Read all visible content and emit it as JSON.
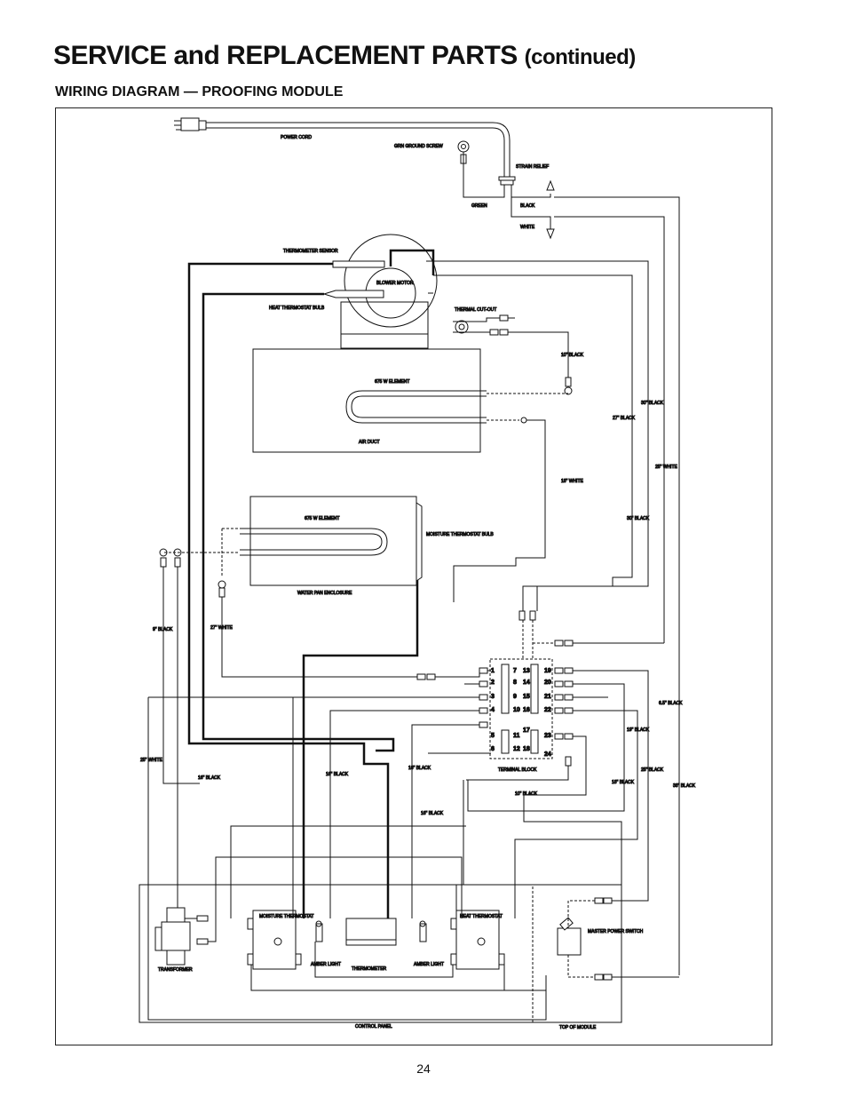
{
  "header": {
    "title_main": "SERVICE and REPLACEMENT PARTS",
    "title_suffix": "(continued)",
    "subtitle": "WIRING DIAGRAM — PROOFING MODULE"
  },
  "labels": {
    "power_cord": "POWER CORD",
    "ground_screw": "GRN GROUND SCREW",
    "strain_relief": "STRAIN RELIEF",
    "green": "GREEN",
    "black": "BLACK",
    "white": "WHITE",
    "thermometer_sensor": "THERMOMETER SENSOR",
    "blower_motor": "BLOWER MOTOR",
    "heat_thermostat_bulb": "HEAT THERMOSTAT BULB",
    "thermal_cutout": "THERMAL CUT-OUT",
    "element_top": "675 W ELEMENT",
    "air_duct": "AIR DUCT",
    "element_bottom": "675 W ELEMENT",
    "moisture_thermostat_bulb": "MOISTURE THERMOSTAT BULB",
    "water_pan_enclosure": "WATER PAN ENCLOSURE",
    "terminal_block": "TERMINAL BLOCK",
    "transformer": "TRANSFORMER",
    "moisture_thermostat": "MOISTURE THERMOSTAT",
    "amber_light": "AMBER LIGHT",
    "thermometer": "THERMOMETER",
    "heat_thermostat": "HEAT THERMOSTAT",
    "master_power_switch": "MASTER POWER SWITCH",
    "control_panel": "CONTROL PANEL",
    "top_of_module": "TOP OF MODULE"
  },
  "wire_labels": {
    "w10_black": "10\" BLACK",
    "w27_black": "27\" BLACK",
    "w30_black_a": "30\" BLACK",
    "w25_white_a": "25\" WHITE",
    "w18_white": "18\" WHITE",
    "w30_black_b": "30\" BLACK",
    "w9_black": "9\" BLACK",
    "w27_white": "27\" WHITE",
    "w25_white_b": "25\" WHITE",
    "w16_black_a": "16\" BLACK",
    "w16_black_b": "16\" BLACK",
    "w16_black_c": "16\" BLACK",
    "w16_black_d": "16\" BLACK",
    "w10_black_b": "10\" BLACK",
    "w19_black": "19\" BLACK",
    "w65_black": "6.5\" BLACK",
    "w25_black": "25\" BLACK",
    "w18_black": "18\" BLACK",
    "w38_black": "38\" BLACK"
  },
  "terminal_numbers": [
    "1",
    "2",
    "3",
    "4",
    "5",
    "6",
    "7",
    "8",
    "9",
    "10",
    "11",
    "12",
    "13",
    "14",
    "15",
    "16",
    "17",
    "18",
    "19",
    "20",
    "21",
    "22",
    "23",
    "24"
  ],
  "page_number": "24"
}
